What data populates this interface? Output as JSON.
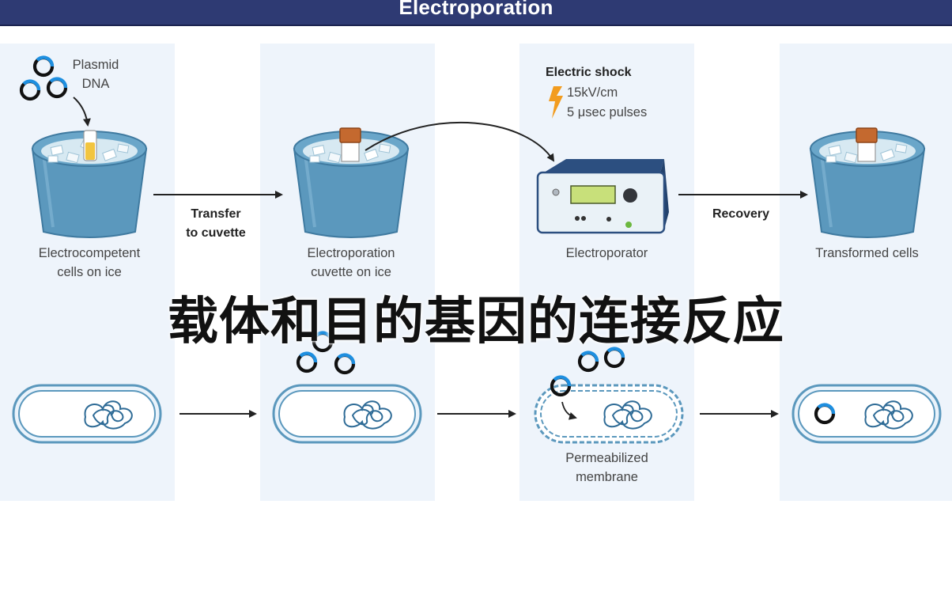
{
  "header": {
    "title": "Electroporation"
  },
  "steps": {
    "plasmid": "Plasmid\nDNA",
    "competent": "Electrocompetent\ncells on ice",
    "transfer": "Transfer\nto cuvette",
    "cuvette": "Electroporation\ncuvette on ice",
    "shock_title": "Electric shock",
    "shock_field": "15kV/cm",
    "shock_pulse": "5 μsec pulses",
    "electroporator": "Electroporator",
    "recovery": "Recovery",
    "transformed": "Transformed cells",
    "permeabilized": "Permeabilized\nmembrane"
  },
  "overlay": {
    "text": "载体和目的基因的连接反应"
  },
  "colors": {
    "header_bg": "#2e3a73",
    "panel_bg": "#eef4fb",
    "bucket": "#5b98bd",
    "plasmid_accent": "#1e8fe0",
    "lightning": "#f29c1f"
  }
}
